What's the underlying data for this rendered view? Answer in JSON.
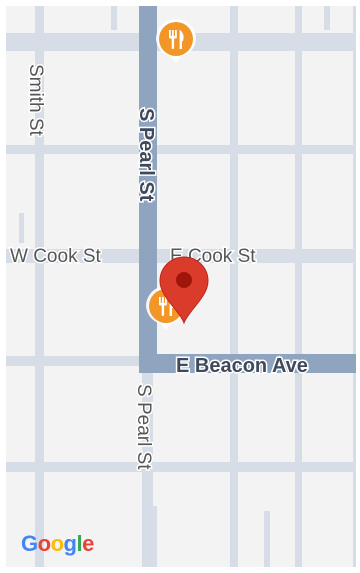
{
  "streets": {
    "smith": "Smith St",
    "pearl_north": "S Pearl St",
    "pearl_south": "S Pearl St",
    "w_cook": "W Cook St",
    "e_cook": "E Cook St",
    "e_beacon": "E Beacon Ave"
  },
  "logo": {
    "text": "Google",
    "letters": [
      "G",
      "o",
      "o",
      "g",
      "l",
      "e"
    ],
    "colors": [
      "#4285F4",
      "#EA4335",
      "#FBBC05",
      "#4285F4",
      "#34A853",
      "#EA4335"
    ]
  },
  "markers": {
    "restaurant_icon": "restaurant-icon",
    "pin_icon": "location-pin-icon",
    "restaurant_color": "#F29727",
    "pin_color": "#DB3B2B"
  },
  "colors": {
    "map_background": "#f3f3f3",
    "minor_road": "#d6dde6",
    "major_road": "#8ea4bf",
    "major_road_edge": "#7a90ab"
  }
}
